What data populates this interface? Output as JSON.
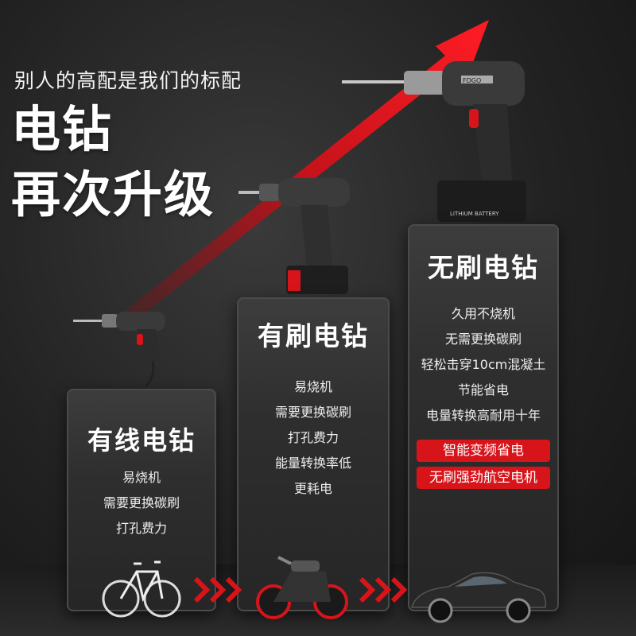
{
  "slogan": "别人的高配是我们的标配",
  "headline": {
    "line1": "电钻",
    "line2": "再次升级"
  },
  "colors": {
    "accent": "#d8141b",
    "background": "#222222",
    "pedestal": "#2e2e2e"
  },
  "tiers": [
    {
      "title": "有线电钻",
      "features": [
        "易烧机",
        "需要更换碳刷",
        "打孔费力"
      ],
      "vehicle": "bicycle-icon"
    },
    {
      "title": "有刷电钻",
      "features": [
        "易烧机",
        "需要更换碳刷",
        "打孔费力",
        "能量转换率低",
        "更耗电"
      ],
      "vehicle": "motorcycle-icon"
    },
    {
      "title": "无刷电钻",
      "features": [
        "久用不烧机",
        "无需更换碳刷",
        "轻松击穿10cm混凝土",
        "节能省电",
        "电量转换高耐用十年"
      ],
      "highlights": [
        "智能变频省电",
        "无刷强劲航空电机"
      ],
      "vehicle": "car-icon"
    }
  ],
  "battery_label": "LITHIUM BATTERY",
  "brand_label": "FDGO"
}
